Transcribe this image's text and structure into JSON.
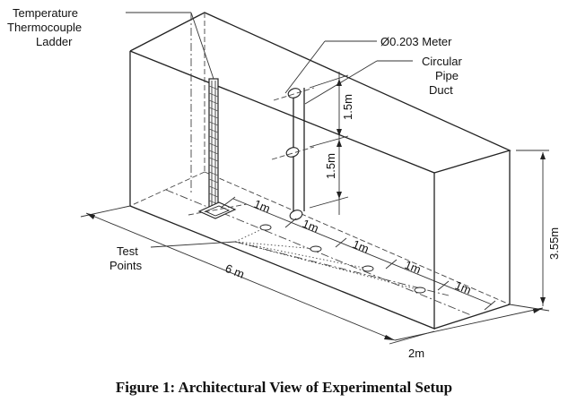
{
  "labels": {
    "ladder": [
      "Temperature",
      "Thermocouple",
      "Ladder"
    ],
    "pipe_diameter": "Ø0.203 Meter",
    "duct": [
      "Circular",
      "Pipe",
      "Duct"
    ],
    "test_points": [
      "Test",
      "Points"
    ]
  },
  "dimensions": {
    "upper_pipe": "1.5m",
    "lower_pipe": "1.5m",
    "height": "3.55m",
    "length": "6 m",
    "width": "2m",
    "spacing": [
      "1m",
      "1m",
      "1m",
      "1m",
      "1m"
    ]
  },
  "caption": "Figure 1: Architectural View of Experimental Setup"
}
